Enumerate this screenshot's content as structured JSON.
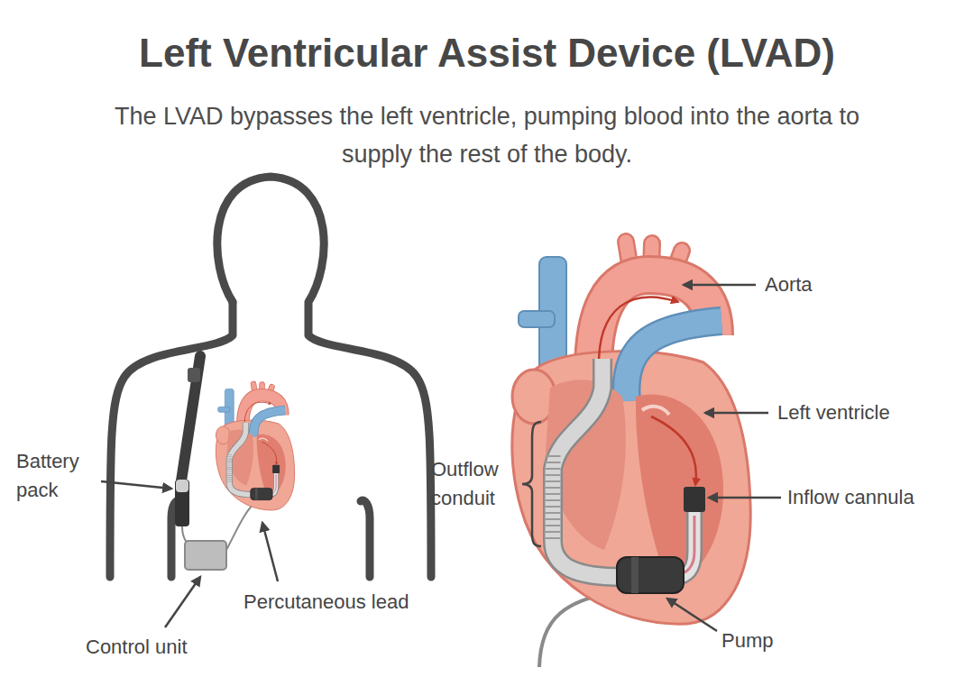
{
  "diagram": {
    "title": "Left Ventricular Assist Device (LVAD)",
    "caption": "The LVAD bypasses the left ventricle, pumping blood into the aorta to supply the rest of the body.",
    "labels": [
      "Aorta",
      "Left ventricle",
      "Battery pack",
      "Outflow conduit",
      "Inflow cannula",
      "Percutaneous lead",
      "Control unit",
      "Pump"
    ]
  }
}
